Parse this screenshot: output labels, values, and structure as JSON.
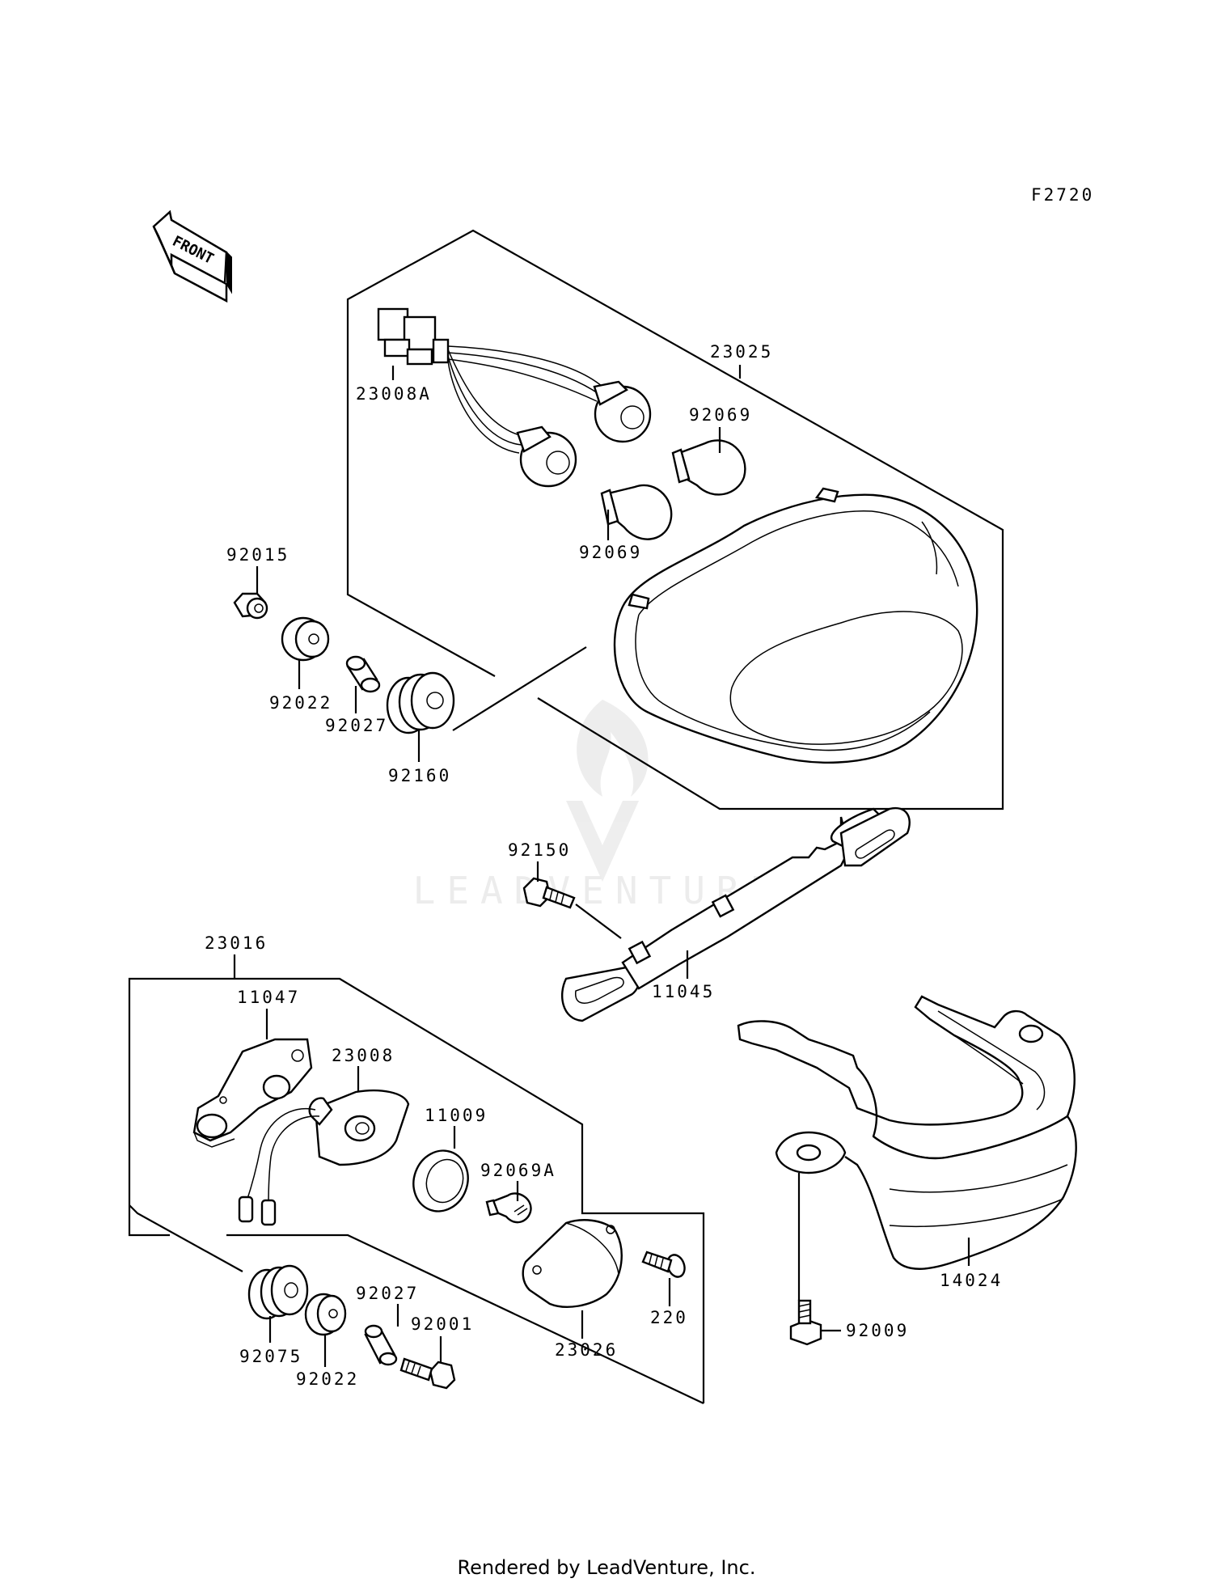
{
  "diagram_code": "F2720",
  "front_arrow_label": "FRONT",
  "watermark_text": "LEADVENTURE",
  "footer_text": "Rendered by LeadVenture, Inc.",
  "labels": {
    "p23025": "23025",
    "p23008A": "23008A",
    "p92069_upper": "92069",
    "p92069_lower": "92069",
    "p92015": "92015",
    "p92022_upper": "92022",
    "p92027_upper": "92027",
    "p92160": "92160",
    "p92150": "92150",
    "p11045": "11045",
    "p23016": "23016",
    "p11047": "11047",
    "p23008": "23008",
    "p11009": "11009",
    "p92069A": "92069A",
    "p14024": "14024",
    "p92075": "92075",
    "p92022_lower": "92022",
    "p92027_lower": "92027",
    "p92001": "92001",
    "p23026": "23026",
    "p220": "220",
    "p92009": "92009"
  }
}
